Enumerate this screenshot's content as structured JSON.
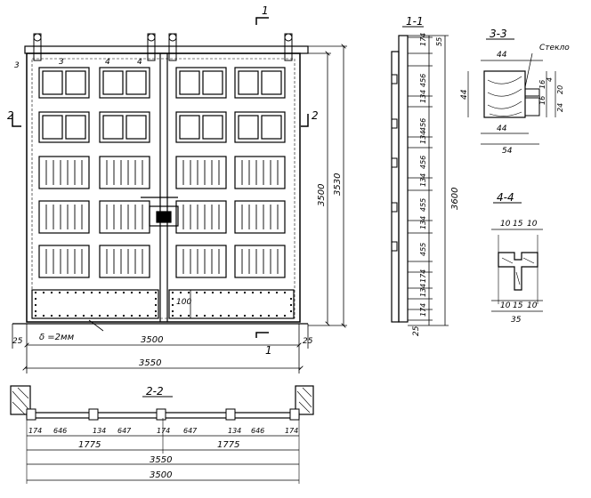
{
  "main": {
    "left_mark": "3",
    "cut_1_top": "1",
    "cut_1_bottom": "1",
    "cut_2_left": "2",
    "cut_2_right": "2",
    "mark_3": "3",
    "mark_4a": "4",
    "mark_4b": "4",
    "dim_3500_h": "3500",
    "dim_3550_h": "3550",
    "dim_25_l": "25",
    "dim_25_r": "25",
    "dim_3500_v": "3500",
    "dim_3530_v": "3530",
    "dim_100": "100",
    "delta": "δ =2мм"
  },
  "section_11": {
    "title": "1-1",
    "dims": [
      "174",
      "55",
      "456",
      "134",
      "456",
      "134",
      "456",
      "134",
      "455",
      "134",
      "455",
      "174",
      "134",
      "174"
    ],
    "total": "3600",
    "bottom": "25"
  },
  "section_33": {
    "title": "3-3",
    "glass": "Стекло",
    "dims": {
      "top": "44",
      "left": "44",
      "bottom1": "44",
      "bottom2": "54",
      "r1": "4",
      "r2": "16",
      "r3": "20",
      "r4": "16",
      "r5": "24"
    }
  },
  "section_44": {
    "title": "4-4",
    "top": [
      "10",
      "15",
      "10"
    ],
    "bottom": [
      "10",
      "15",
      "10"
    ],
    "total": "35"
  },
  "section_22": {
    "title": "2-2",
    "dims": [
      "174",
      "646",
      "134",
      "647",
      "174",
      "647",
      "134",
      "646",
      "174"
    ],
    "half_l": "1775",
    "half_r": "1775",
    "total_3550": "3550",
    "total_3500": "3500"
  }
}
